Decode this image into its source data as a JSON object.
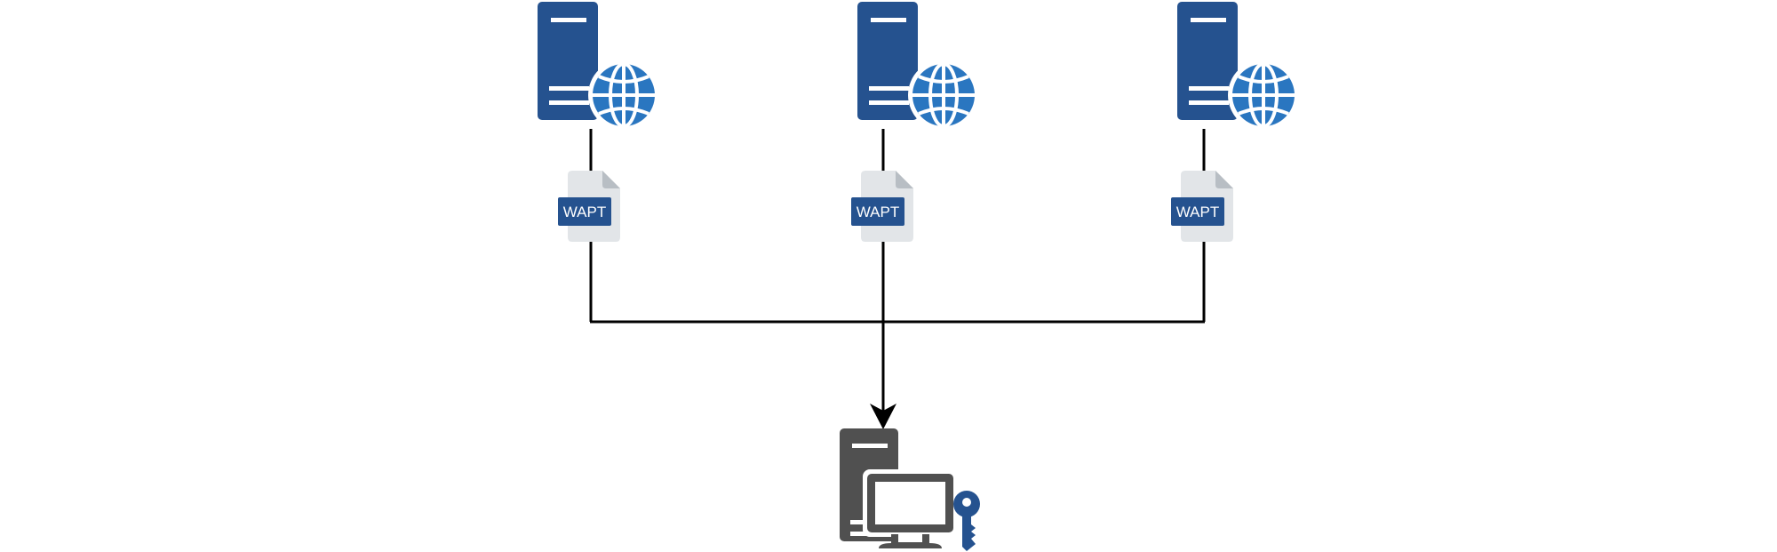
{
  "diagram": {
    "servers": [
      {
        "icon": "web-server-icon",
        "package_label": "WAPT"
      },
      {
        "icon": "web-server-icon",
        "package_label": "WAPT"
      },
      {
        "icon": "web-server-icon",
        "package_label": "WAPT"
      }
    ],
    "client": {
      "icon": "workstation-with-key-icon"
    },
    "colors": {
      "server_blue": "#25528f",
      "globe_blue": "#2a76c0",
      "file_gray": "#e2e5e8",
      "file_fold": "#b8bec4",
      "workstation_gray": "#505050",
      "key_blue": "#25528f",
      "connector": "#000000",
      "background": "#ffffff"
    }
  }
}
